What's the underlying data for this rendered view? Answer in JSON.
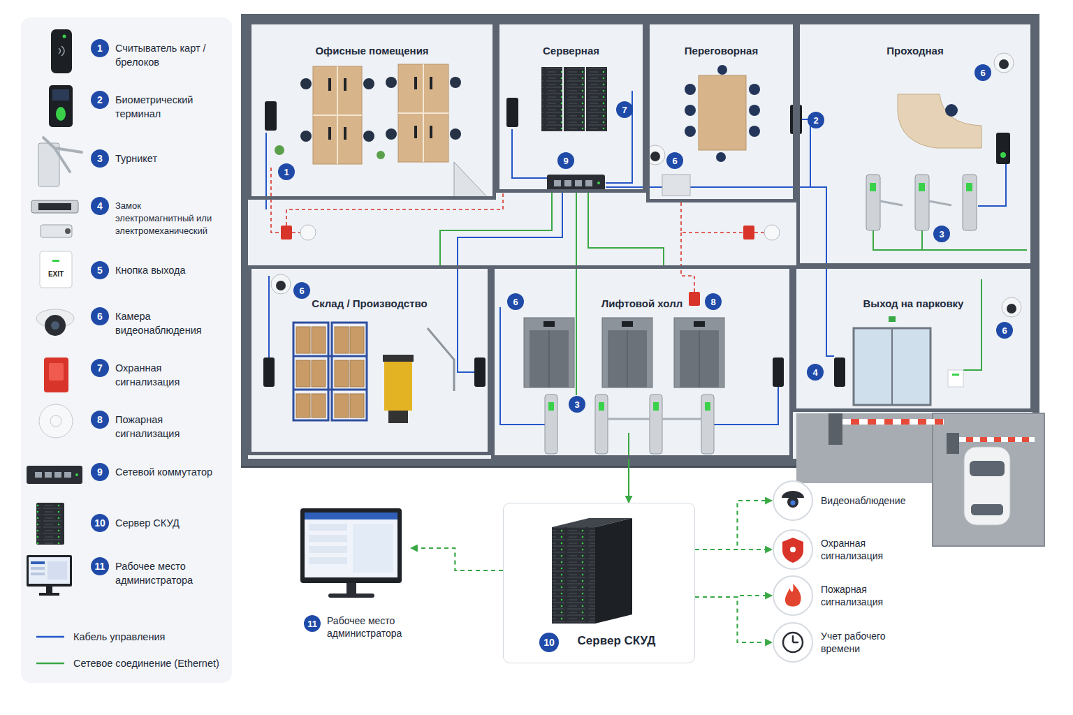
{
  "diagram": {
    "nodes": [
      {
        "text": [
          "Офисные помещения"
        ]
      },
      {
        "text": [
          "Серверная"
        ]
      },
      {
        "text": [
          "Переговорная"
        ]
      },
      {
        "text": [
          "Проходная"
        ]
      },
      {
        "text": [
          "Склад / Производство"
        ]
      },
      {
        "text": [
          "Лифтовой холл"
        ]
      },
      {
        "text": [
          "Выход на парковку"
        ]
      },
      {
        "text": [
          "Рабочее место администратора"
        ]
      },
      {
        "text": [
          "Сервер СКУД"
        ]
      },
      {
        "text": [
          "Видеонаблюдение"
        ]
      },
      {
        "text": [
          "Охранная сигнализация"
        ]
      },
      {
        "text": [
          "Пожарная сигнализация"
        ]
      },
      {
        "text": [
          "Учет рабочего времени"
        ]
      }
    ],
    "edges": [
      {
        "from": 5,
        "to": 8,
        "arrow": "to"
      },
      {
        "from": 8,
        "to": 7,
        "arrow": "to"
      },
      {
        "from": 8,
        "to": 9,
        "arrow": "to"
      },
      {
        "from": 8,
        "to": 10,
        "arrow": "to"
      },
      {
        "from": 8,
        "to": 11,
        "arrow": "to"
      },
      {
        "from": 8,
        "to": 12,
        "arrow": "to"
      }
    ],
    "labels": [
      "1",
      "2",
      "3",
      "4",
      "5",
      "6",
      "7",
      "8",
      "9",
      "10",
      "11",
      "EXIT",
      "1",
      "7",
      "9",
      "6",
      "2",
      "6",
      "3",
      "6",
      "6",
      "8",
      "3",
      "4",
      "6",
      "11",
      "10"
    ],
    "legend": [
      {
        "text": "Считыватель карт / брелоков"
      },
      {
        "text": "Биометрический терминал"
      },
      {
        "text": "Турникет"
      },
      {
        "text": "Замок электромагнитный или электромеханический"
      },
      {
        "text": "Кнопка выхода"
      },
      {
        "text": "Камера видеонаблюдения"
      },
      {
        "text": "Охранная сигнализация"
      },
      {
        "text": "Пожарная сигнализация"
      },
      {
        "text": "Сетевой коммутатор"
      },
      {
        "text": "Сервер СКУД"
      },
      {
        "text": "Рабочее место администратора"
      },
      {
        "text": "Кабель управления"
      },
      {
        "text": "Сетевое соединение (Ethernet)"
      }
    ]
  }
}
